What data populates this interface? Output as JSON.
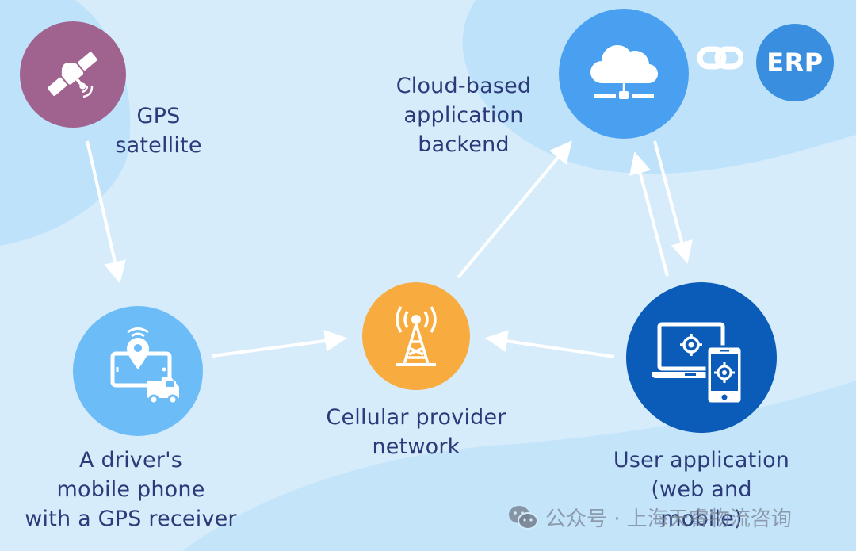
{
  "diagram": {
    "title": "GPS fleet tracking system architecture",
    "colors": {
      "background": "#d6ecfb",
      "background_shape": "#bfe2fb",
      "label_text": "#2b3a78",
      "gps_satellite": "#a0628f",
      "driver_phone": "#6cbcf7",
      "cellular": "#f8ab3e",
      "cloud": "#4aa0f0",
      "erp": "#3a8ee0",
      "user_app": "#0a5cb8",
      "arrow": "#ffffff"
    },
    "nodes": {
      "gps": {
        "label_line1": "GPS",
        "label_line2": "satellite",
        "icon": "satellite-icon"
      },
      "driver": {
        "label_line1": "A driver's",
        "label_line2": "mobile phone",
        "label_line3": "with a GPS receiver",
        "icon": "phone-location-truck-icon"
      },
      "cellular": {
        "label_line1": "Cellular provider",
        "label_line2": "network",
        "icon": "cell-tower-icon"
      },
      "cloud": {
        "label_line1": "Cloud-based",
        "label_line2": "application",
        "label_line3": "backend",
        "icon": "cloud-network-icon"
      },
      "erp": {
        "label": "ERP",
        "icon": "link-icon"
      },
      "user_app": {
        "label_line1": "User application",
        "label_line2": "(web and",
        "label_line3": "mobile)",
        "icon": "laptop-phone-target-icon"
      }
    },
    "connections": [
      {
        "from": "gps",
        "to": "driver"
      },
      {
        "from": "driver",
        "to": "cellular"
      },
      {
        "from": "user_app",
        "to": "cellular"
      },
      {
        "from": "cellular",
        "to": "cloud"
      },
      {
        "from": "cloud",
        "to": "user_app"
      },
      {
        "from": "user_app",
        "to": "cloud"
      },
      {
        "from": "cloud",
        "to": "erp",
        "style": "link"
      }
    ]
  },
  "watermark": {
    "text": "公众号 · 上海天睿物流咨询",
    "icon": "wechat-icon"
  }
}
